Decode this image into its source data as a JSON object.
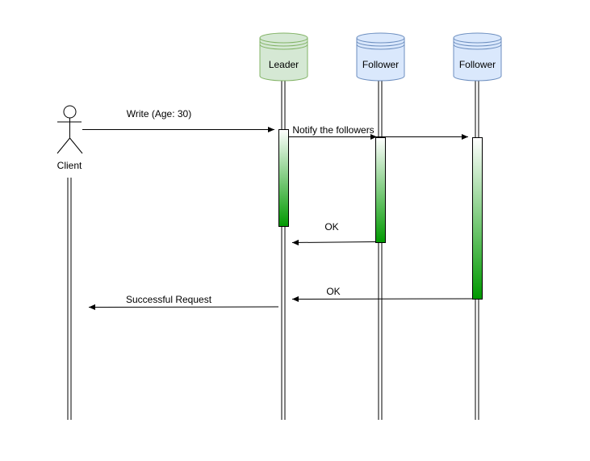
{
  "participants": {
    "client": {
      "label": "Client"
    },
    "leader": {
      "label": "Leader",
      "fill": "#d5e8d4",
      "stroke": "#82b366"
    },
    "follower1": {
      "label": "Follower",
      "fill": "#dae8fc",
      "stroke": "#6c8ebf"
    },
    "follower2": {
      "label": "Follower",
      "fill": "#dae8fc",
      "stroke": "#6c8ebf"
    }
  },
  "messages": {
    "write": "Write (Age: 30)",
    "notify": "Notify the followers",
    "ok1": "OK",
    "ok2": "OK",
    "success": "Successful Request"
  },
  "colors": {
    "activation_top": "#ffffff",
    "activation_bottom": "#009900",
    "line": "#000000"
  }
}
